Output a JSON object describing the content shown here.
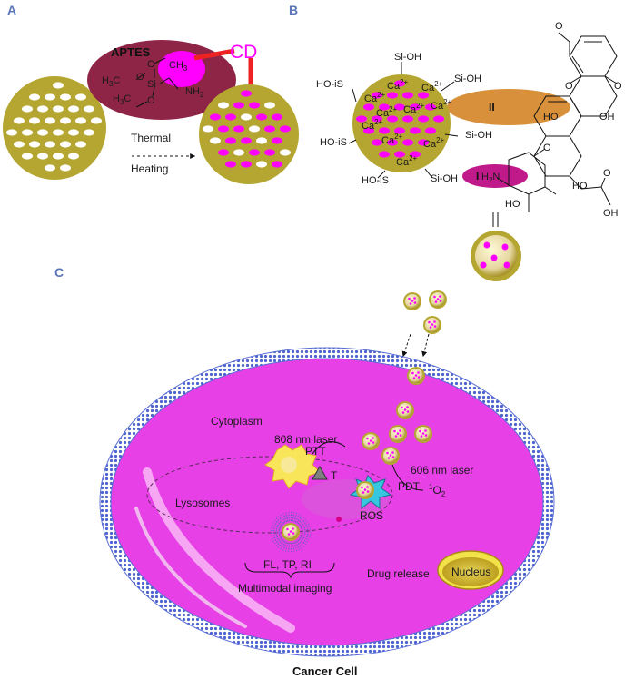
{
  "panels": {
    "a": "A",
    "b": "B",
    "c": "C"
  },
  "panel_a": {
    "aptes": "APTES",
    "cd": "CD",
    "ch3": "CH",
    "ch3_sub": "3",
    "h3c_top": "H",
    "h3c_top_sub": "3",
    "h3c_top_c": "C",
    "o_top": "O",
    "o_mid": "O",
    "o_bot": "O",
    "si": "Si",
    "h3c_bot": "H",
    "h3c_bot_sub": "3",
    "h3c_bot_c": "C",
    "nh2": "NH",
    "nh2_sub": "2",
    "thermal": "Thermal",
    "heating": "Heating"
  },
  "panel_b": {
    "si_oh_top": "Si-OH",
    "si_oh_right_top": "Si-OH",
    "ho_is_left_top": "HO-iS",
    "ho_is_left_mid": "HO-iS",
    "si_oh_right_mid": "Si-OH",
    "ho_is_bottom": "HO-iS",
    "si_oh_bottom": "Si-OH",
    "ca": "Ca",
    "ca_charge": "2+",
    "label_ii": "II",
    "label_i": "I",
    "h2n": "H",
    "h2n_sub": "2",
    "h2n_n": "N",
    "dox_o_ring": "O",
    "dox_o1": "O",
    "dox_o2": "O",
    "dox_ho1": "HO",
    "dox_oh1": "OH",
    "dox_o3": "O",
    "dox_ho2": "HO",
    "dox_ho3": "HO",
    "dox_o4": "O",
    "dox_oh2": "OH"
  },
  "panel_c": {
    "cytoplasm": "Cytoplasm",
    "laser808": "808 nm laser",
    "ptt": "PTT",
    "t": "T",
    "laser606": "606 nm laser",
    "pdt": "PDT",
    "singlet_sup": "1",
    "singlet_o": "O",
    "singlet_sub": "2",
    "lysosomes": "Lysosomes",
    "ros": "ROS",
    "fl_tp_ri": "FL, TP, RI",
    "drug_release": "Drug release",
    "nucleus": "Nucleus",
    "multimodal": "Multimodal imaging",
    "cancer_cell": "Cancer Cell"
  },
  "colors": {
    "olive": "#b4a630",
    "magenta": "#ff00ff",
    "maroon": "#8e2547",
    "orange": "#d8903a",
    "cell_fill": "#e640e6",
    "membrane": "#5a6fd6",
    "red_link": "#ee2222",
    "panel_label": "#5a75b8"
  }
}
